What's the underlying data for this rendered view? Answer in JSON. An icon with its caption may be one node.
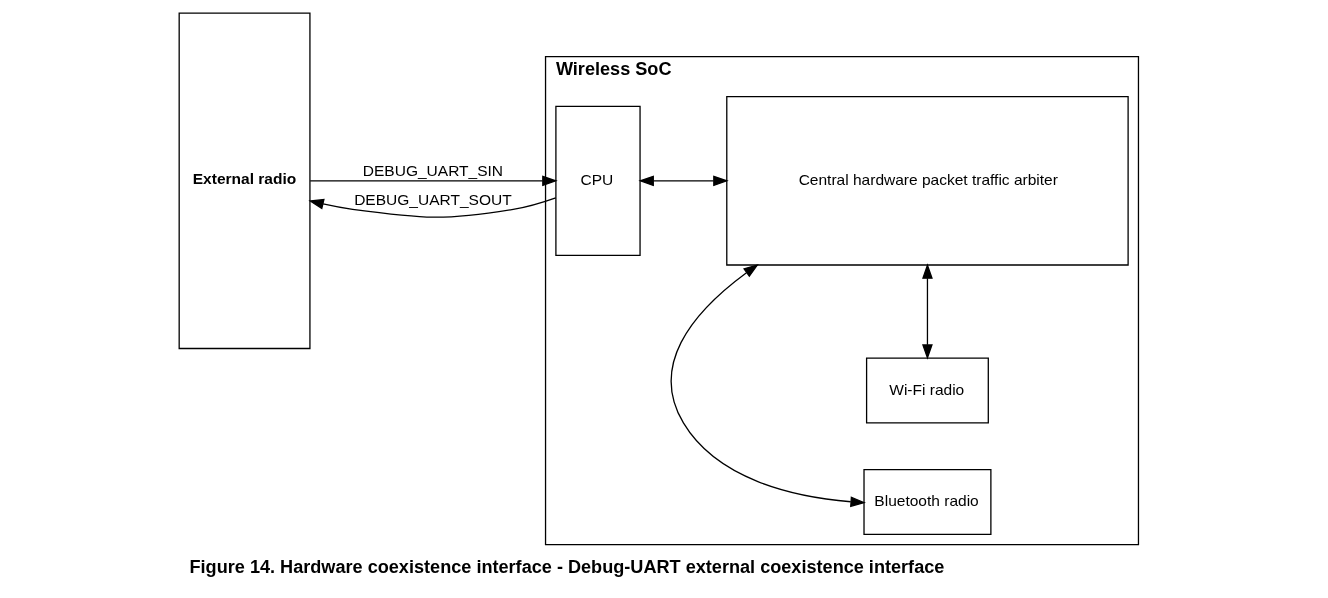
{
  "diagram": {
    "caption": "Figure 14. Hardware coexistence interface - Debug-UART external coexistence interface",
    "nodes": [
      {
        "text": [
          "External radio"
        ]
      },
      {
        "text": [
          "Wireless SoC"
        ]
      },
      {
        "text": [
          "Wi-Fi radio"
        ],
        "in": 1
      },
      {
        "text": [
          "Bluetooth radio"
        ],
        "in": 1
      },
      {
        "text": [
          "CPU"
        ],
        "in": 1
      },
      {
        "text": [
          "Central hardware packet traffic arbiter"
        ],
        "in": 1
      }
    ],
    "edges": [
      {
        "from": 0,
        "to": 4,
        "arrow": "to",
        "label": "DEBUG_UART_SIN"
      },
      {
        "from": 4,
        "to": 0,
        "arrow": "to",
        "label": "DEBUG_UART_SOUT"
      },
      {
        "from": 4,
        "to": 5,
        "arrow": "both"
      },
      {
        "from": 2,
        "to": 5,
        "arrow": "both"
      },
      {
        "from": 3,
        "to": 5,
        "arrow": "both"
      }
    ]
  }
}
